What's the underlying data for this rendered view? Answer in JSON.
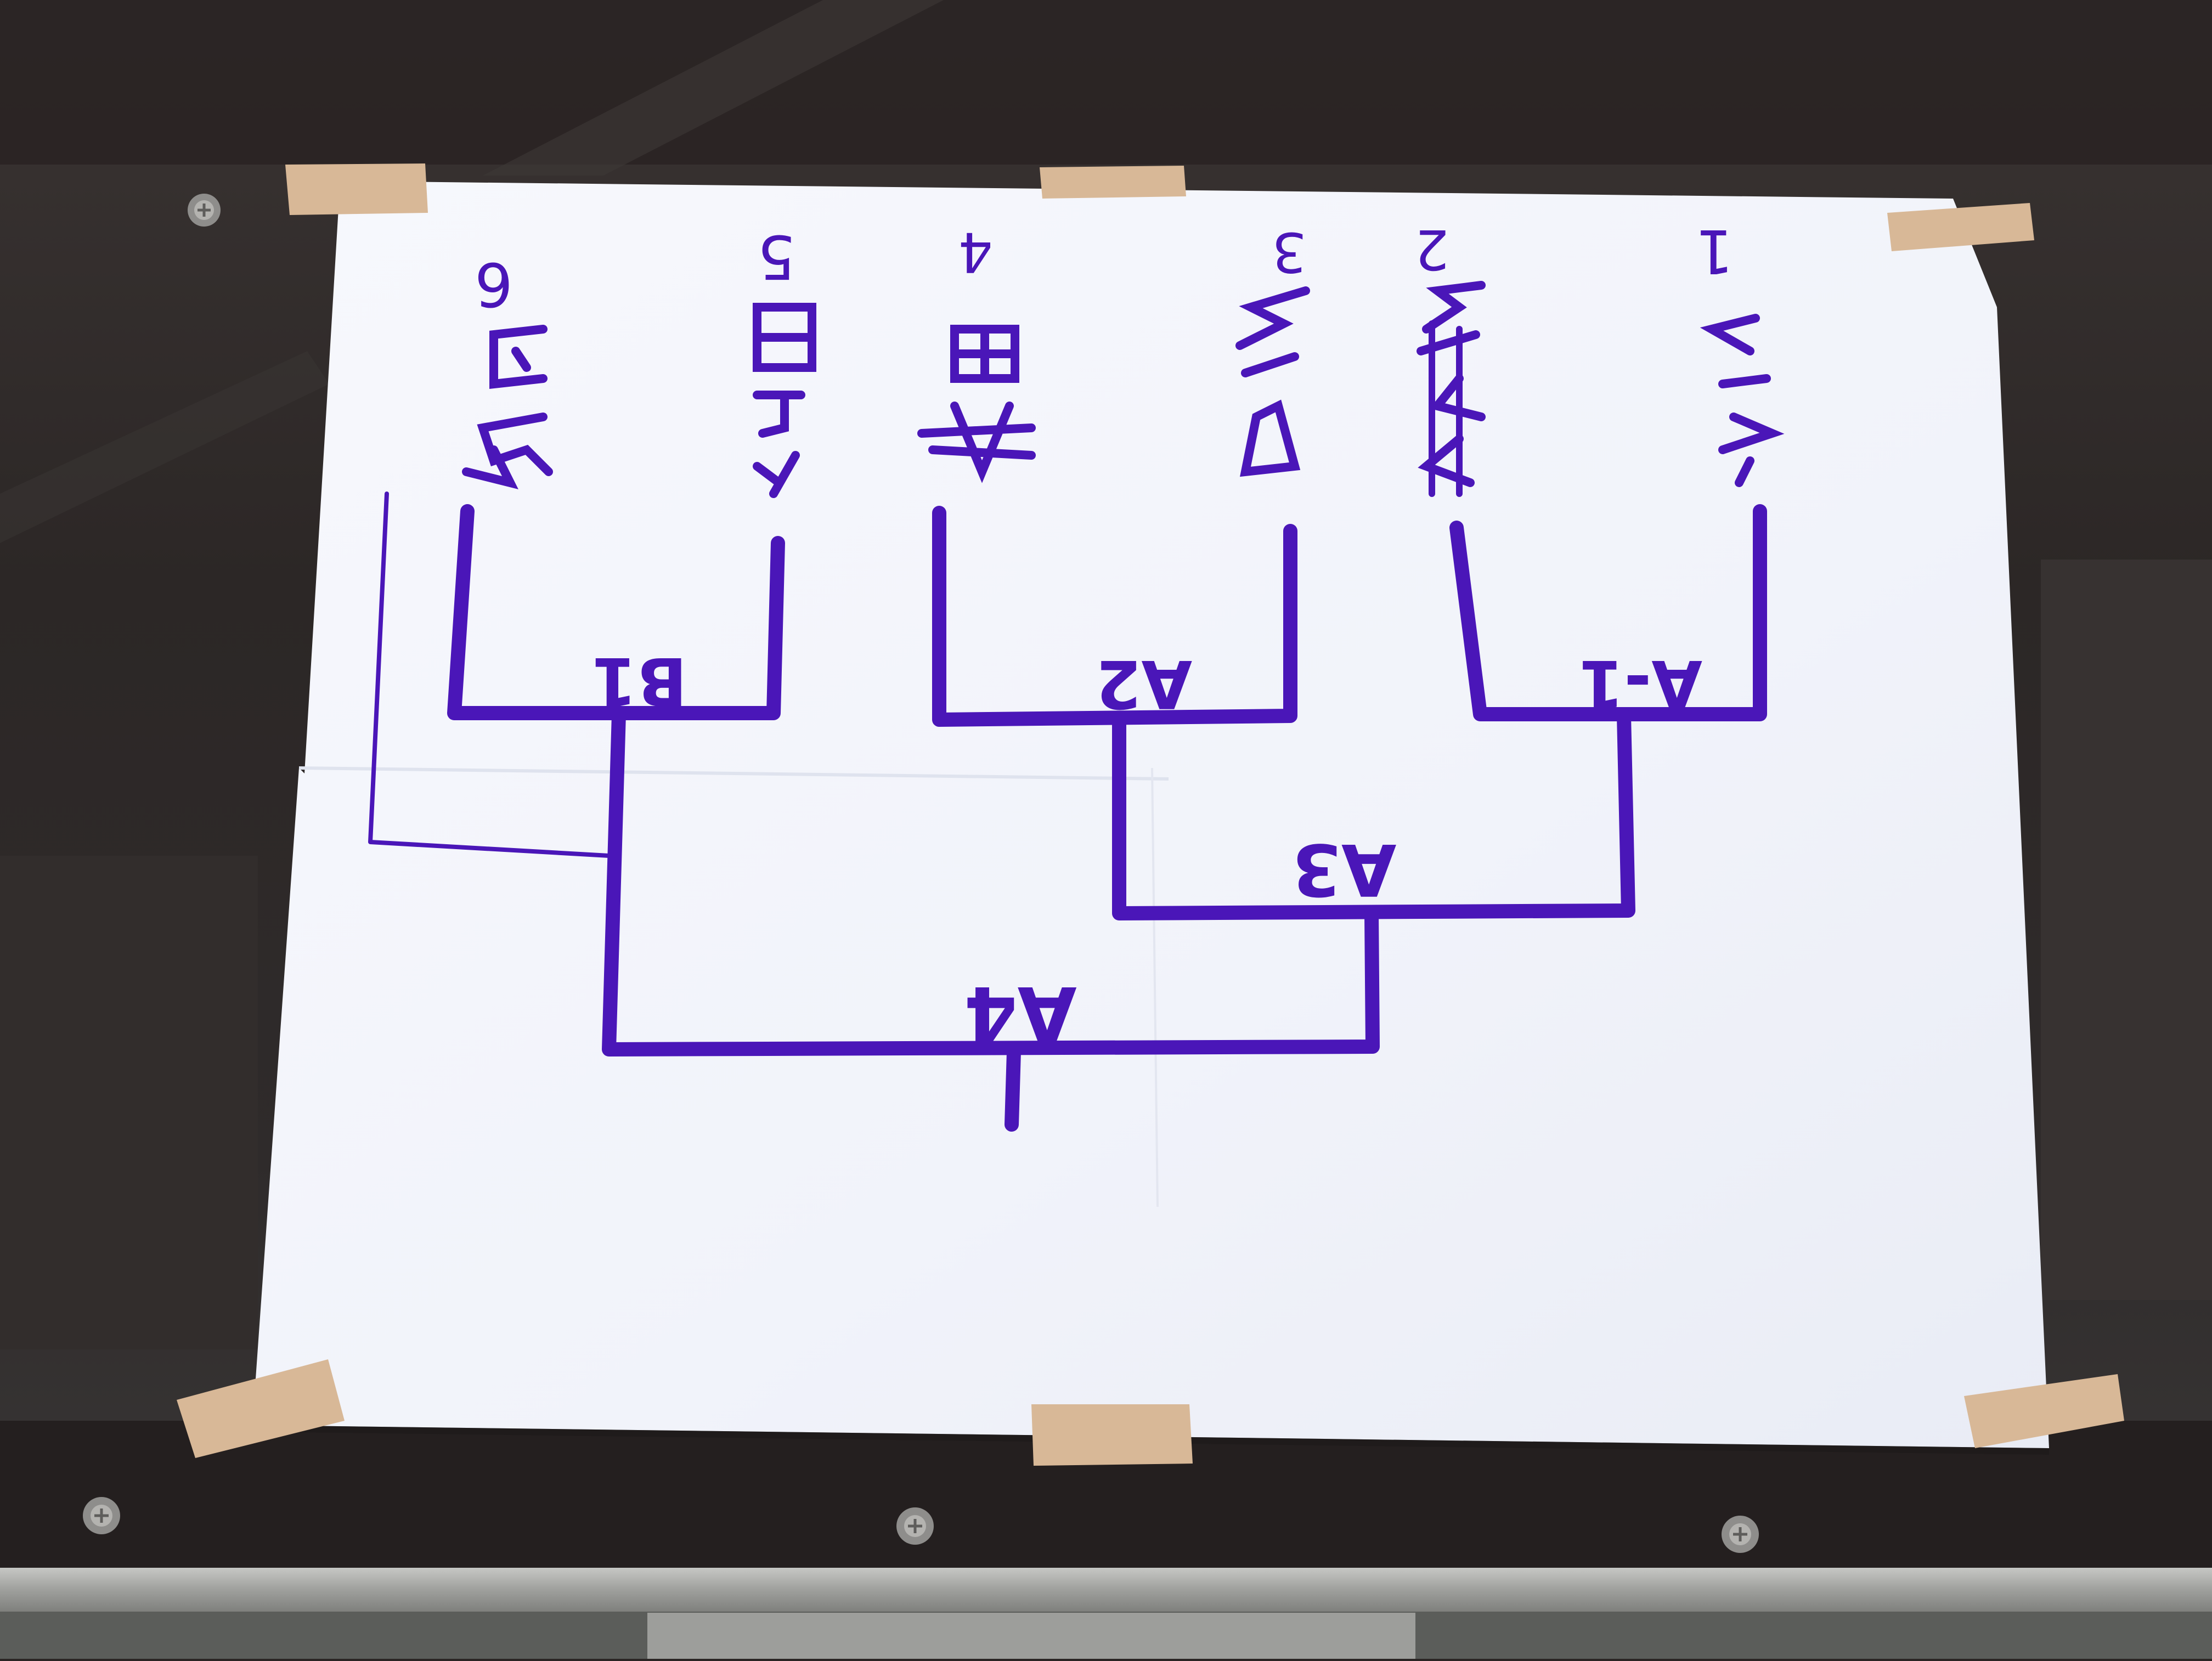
{
  "photo": {
    "subject": "handwritten-tournament-bracket",
    "orientation": "upside-down"
  },
  "bracket": {
    "match_labels": [
      "A-1",
      "A2",
      "A3",
      "A4",
      "B1"
    ],
    "entrant_numbers": [
      "1",
      "2",
      "3",
      "4",
      "5",
      "6"
    ],
    "entrants": [
      {
        "number": "1",
        "name": ""
      },
      {
        "number": "2",
        "name": ""
      },
      {
        "number": "3",
        "name": ""
      },
      {
        "number": "4",
        "name": ""
      },
      {
        "number": "5",
        "name": ""
      },
      {
        "number": "6",
        "name": ""
      }
    ]
  },
  "colors": {
    "marker": "#4a16b8",
    "paper": "#f4f6fc",
    "tape": "#d9b898",
    "frame": "#2d2827",
    "rail": "#a7a8a6"
  }
}
